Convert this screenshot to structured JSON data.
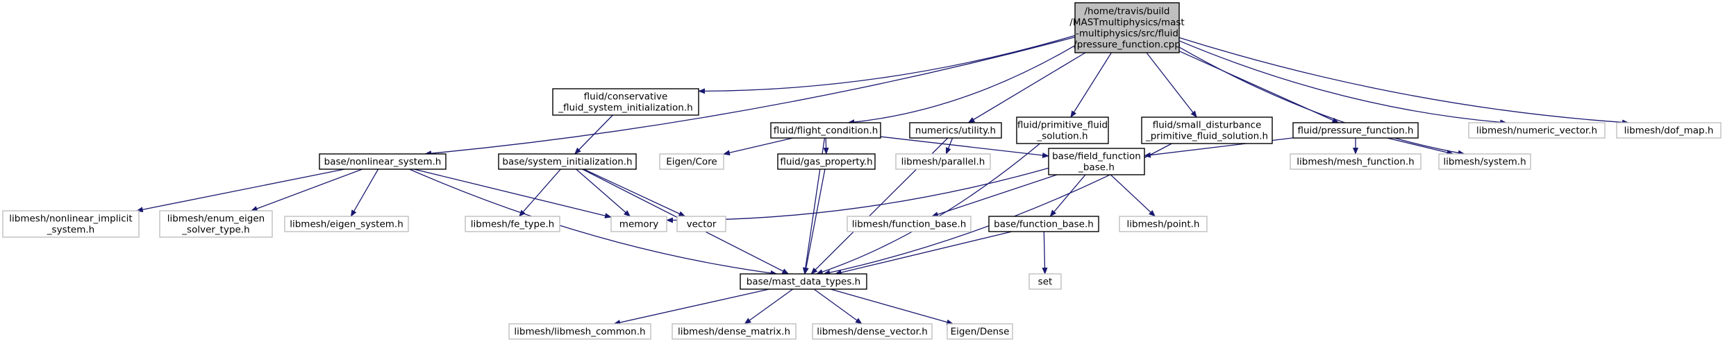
{
  "graph": {
    "colors": {
      "edge": "#191970",
      "root_fill": "#bfbfbf",
      "root_border": "#000000",
      "project_border": "#000000",
      "external_border": "#bfbfbf",
      "background": "#ffffff"
    },
    "nodes": [
      {
        "id": "root",
        "kind": "root",
        "lines": [
          "/home/travis/build",
          "/MASTmultiphysics/mast",
          "-multiphysics/src/fluid",
          "/pressure_function.cpp"
        ]
      },
      {
        "id": "nonlinear_system",
        "kind": "project",
        "lines": [
          "base/nonlinear_system.h"
        ]
      },
      {
        "id": "conservative_init",
        "kind": "project",
        "lines": [
          "fluid/conservative",
          "_fluid_system_initialization.h"
        ]
      },
      {
        "id": "flight_condition",
        "kind": "project",
        "lines": [
          "fluid/flight_condition.h"
        ]
      },
      {
        "id": "numerics_utility",
        "kind": "project",
        "lines": [
          "numerics/utility.h"
        ]
      },
      {
        "id": "primitive_fluid",
        "kind": "project",
        "lines": [
          "fluid/primitive_fluid",
          "_solution.h"
        ]
      },
      {
        "id": "small_disturbance",
        "kind": "project",
        "lines": [
          "fluid/small_disturbance",
          "_primitive_fluid_solution.h"
        ]
      },
      {
        "id": "pressure_function",
        "kind": "project",
        "lines": [
          "fluid/pressure_function.h"
        ]
      },
      {
        "id": "numeric_vector",
        "kind": "external",
        "lines": [
          "libmesh/numeric_vector.h"
        ]
      },
      {
        "id": "dof_map",
        "kind": "external",
        "lines": [
          "libmesh/dof_map.h"
        ]
      },
      {
        "id": "system_init",
        "kind": "project",
        "lines": [
          "base/system_initialization.h"
        ]
      },
      {
        "id": "eigen_core",
        "kind": "external",
        "lines": [
          "Eigen/Core"
        ]
      },
      {
        "id": "gas_property",
        "kind": "project",
        "lines": [
          "fluid/gas_property.h"
        ]
      },
      {
        "id": "parallel",
        "kind": "external",
        "lines": [
          "libmesh/parallel.h"
        ]
      },
      {
        "id": "field_function_base",
        "kind": "project",
        "lines": [
          "base/field_function",
          "_base.h"
        ]
      },
      {
        "id": "mesh_function",
        "kind": "external",
        "lines": [
          "libmesh/mesh_function.h"
        ]
      },
      {
        "id": "system",
        "kind": "external",
        "lines": [
          "libmesh/system.h"
        ]
      },
      {
        "id": "nonlinear_implicit",
        "kind": "external",
        "lines": [
          "libmesh/nonlinear_implicit",
          "_system.h"
        ]
      },
      {
        "id": "enum_eigen",
        "kind": "external",
        "lines": [
          "libmesh/enum_eigen",
          "_solver_type.h"
        ]
      },
      {
        "id": "eigen_system",
        "kind": "external",
        "lines": [
          "libmesh/eigen_system.h"
        ]
      },
      {
        "id": "fe_type",
        "kind": "external",
        "lines": [
          "libmesh/fe_type.h"
        ]
      },
      {
        "id": "memory",
        "kind": "external",
        "lines": [
          "memory"
        ]
      },
      {
        "id": "vector",
        "kind": "external",
        "lines": [
          "vector"
        ]
      },
      {
        "id": "function_base_lm",
        "kind": "external",
        "lines": [
          "libmesh/function_base.h"
        ]
      },
      {
        "id": "function_base",
        "kind": "project",
        "lines": [
          "base/function_base.h"
        ]
      },
      {
        "id": "point",
        "kind": "external",
        "lines": [
          "libmesh/point.h"
        ]
      },
      {
        "id": "mast_data_types",
        "kind": "project",
        "lines": [
          "base/mast_data_types.h"
        ]
      },
      {
        "id": "set",
        "kind": "external",
        "lines": [
          "set"
        ]
      },
      {
        "id": "libmesh_common",
        "kind": "external",
        "lines": [
          "libmesh/libmesh_common.h"
        ]
      },
      {
        "id": "dense_matrix",
        "kind": "external",
        "lines": [
          "libmesh/dense_matrix.h"
        ]
      },
      {
        "id": "dense_vector",
        "kind": "external",
        "lines": [
          "libmesh/dense_vector.h"
        ]
      },
      {
        "id": "eigen_dense",
        "kind": "external",
        "lines": [
          "Eigen/Dense"
        ]
      }
    ],
    "edges": [
      [
        "root",
        "nonlinear_system"
      ],
      [
        "root",
        "conservative_init"
      ],
      [
        "root",
        "flight_condition"
      ],
      [
        "root",
        "numerics_utility"
      ],
      [
        "root",
        "primitive_fluid"
      ],
      [
        "root",
        "small_disturbance"
      ],
      [
        "root",
        "pressure_function"
      ],
      [
        "root",
        "numeric_vector"
      ],
      [
        "root",
        "dof_map"
      ],
      [
        "root",
        "system"
      ],
      [
        "nonlinear_system",
        "nonlinear_implicit"
      ],
      [
        "nonlinear_system",
        "enum_eigen"
      ],
      [
        "nonlinear_system",
        "eigen_system"
      ],
      [
        "nonlinear_system",
        "memory"
      ],
      [
        "nonlinear_system",
        "mast_data_types"
      ],
      [
        "conservative_init",
        "system_init"
      ],
      [
        "system_init",
        "fe_type"
      ],
      [
        "system_init",
        "memory"
      ],
      [
        "system_init",
        "vector"
      ],
      [
        "system_init",
        "mast_data_types"
      ],
      [
        "flight_condition",
        "eigen_core"
      ],
      [
        "flight_condition",
        "gas_property"
      ],
      [
        "flight_condition",
        "field_function_base"
      ],
      [
        "flight_condition",
        "mast_data_types"
      ],
      [
        "gas_property",
        "mast_data_types"
      ],
      [
        "numerics_utility",
        "parallel"
      ],
      [
        "numerics_utility",
        "mast_data_types"
      ],
      [
        "primitive_fluid",
        "mast_data_types"
      ],
      [
        "small_disturbance",
        "mast_data_types"
      ],
      [
        "pressure_function",
        "field_function_base"
      ],
      [
        "pressure_function",
        "mesh_function"
      ],
      [
        "pressure_function",
        "system"
      ],
      [
        "field_function_base",
        "memory"
      ],
      [
        "field_function_base",
        "function_base_lm"
      ],
      [
        "field_function_base",
        "function_base"
      ],
      [
        "field_function_base",
        "point"
      ],
      [
        "function_base",
        "set"
      ],
      [
        "function_base",
        "mast_data_types"
      ],
      [
        "mast_data_types",
        "libmesh_common"
      ],
      [
        "mast_data_types",
        "dense_matrix"
      ],
      [
        "mast_data_types",
        "dense_vector"
      ],
      [
        "mast_data_types",
        "eigen_dense"
      ]
    ]
  }
}
